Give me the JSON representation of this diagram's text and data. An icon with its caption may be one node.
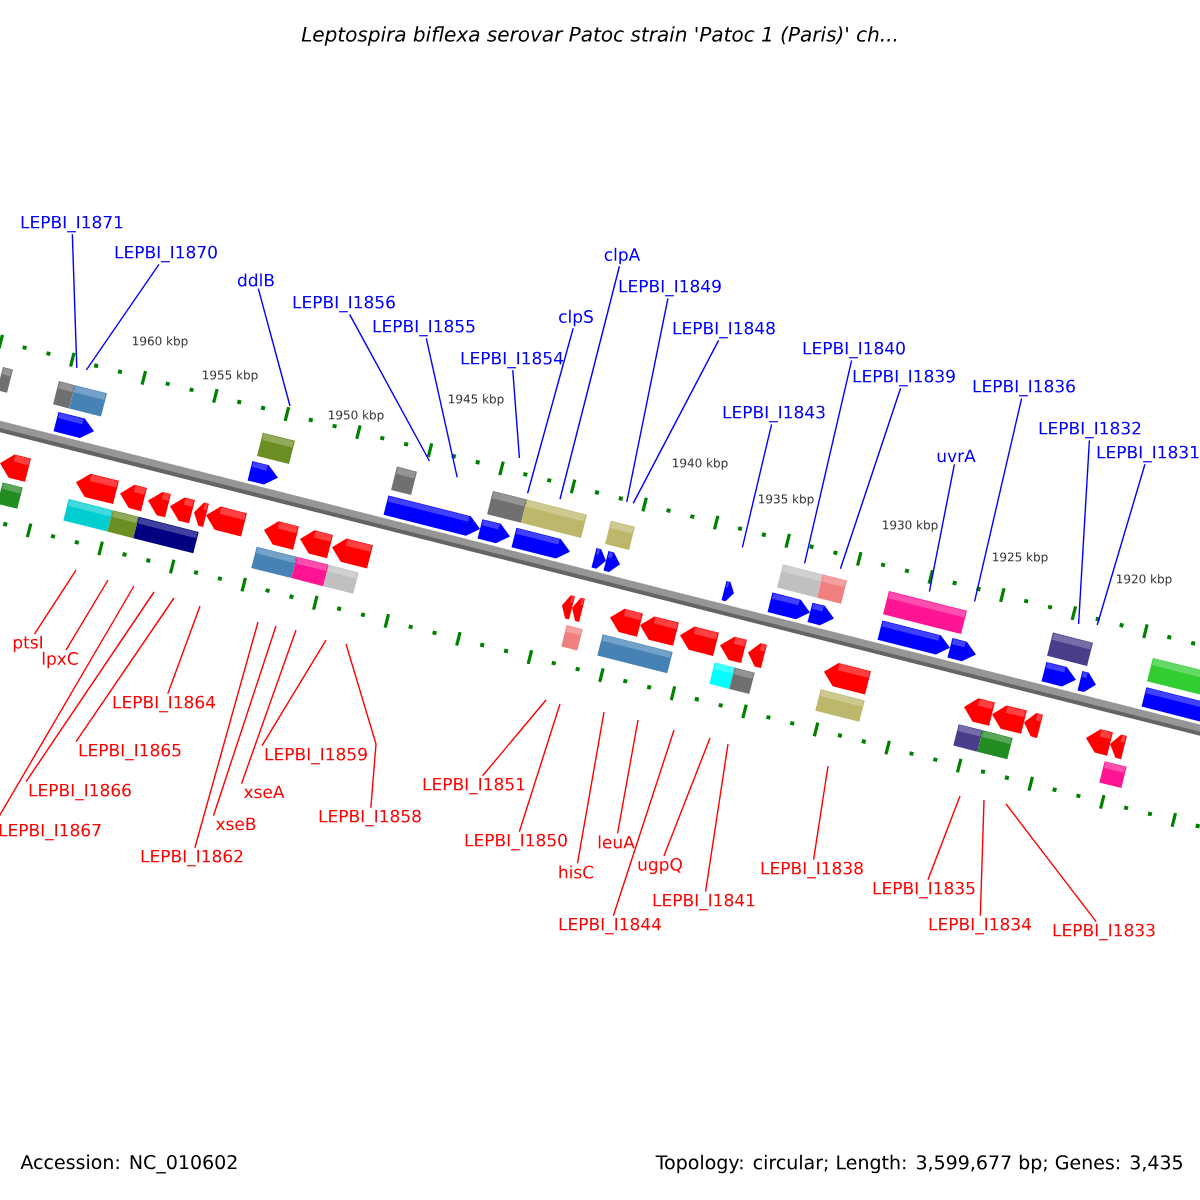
{
  "diagram": {
    "title": "Leptospira biflexa serovar Patoc strain 'Patoc 1 (Paris)' ch...",
    "nodes": [
      {
        "text": [
          "LEPBI_I1871"
        ]
      },
      {
        "text": [
          "LEPBI_I1870"
        ]
      },
      {
        "text": [
          "ddlB"
        ]
      },
      {
        "text": [
          "LEPBI_I1856"
        ]
      },
      {
        "text": [
          "LEPBI_I1855"
        ]
      },
      {
        "text": [
          "clpS"
        ]
      },
      {
        "text": [
          "LEPBI_I1854"
        ]
      },
      {
        "text": [
          "clpA"
        ]
      },
      {
        "text": [
          "LEPBI_I1849"
        ]
      },
      {
        "text": [
          "LEPBI_I1848"
        ]
      },
      {
        "text": [
          "LEPBI_I1843"
        ]
      },
      {
        "text": [
          "LEPBI_I1840"
        ]
      },
      {
        "text": [
          "LEPBI_I1839"
        ]
      },
      {
        "text": [
          "uvrA"
        ]
      },
      {
        "text": [
          "LEPBI_I1836"
        ]
      },
      {
        "text": [
          "LEPBI_I1832"
        ]
      },
      {
        "text": [
          "LEPBI_I1831"
        ]
      },
      {
        "text": [
          "ptsI"
        ]
      },
      {
        "text": [
          "lpxC"
        ]
      },
      {
        "text": [
          "LEPBI_I1864"
        ]
      },
      {
        "text": [
          "LEPBI_I1865"
        ]
      },
      {
        "text": [
          "LEPBI_I1866"
        ]
      },
      {
        "text": [
          "LEPBI_I1867"
        ]
      },
      {
        "text": [
          "LEPBI_I1862"
        ]
      },
      {
        "text": [
          "xseB"
        ]
      },
      {
        "text": [
          "xseA"
        ]
      },
      {
        "text": [
          "LEPBI_I1859"
        ]
      },
      {
        "text": [
          "LEPBI_I1858"
        ]
      },
      {
        "text": [
          "LEPBI_I1851"
        ]
      },
      {
        "text": [
          "LEPBI_I1850"
        ]
      },
      {
        "text": [
          "hisC"
        ]
      },
      {
        "text": [
          "leuA"
        ]
      },
      {
        "text": [
          "LEPBI_I1844"
        ]
      },
      {
        "text": [
          "ugpQ"
        ]
      },
      {
        "text": [
          "LEPBI_I1841"
        ]
      },
      {
        "text": [
          "LEPBI_I1838"
        ]
      },
      {
        "text": [
          "LEPBI_I1835"
        ]
      },
      {
        "text": [
          "LEPBI_I1834"
        ]
      },
      {
        "text": [
          "LEPBI_I1833"
        ]
      }
    ],
    "edges": [
      {
        "from": 0,
        "to": null,
        "arrow": "none",
        "color": "#0000ff"
      },
      {
        "from": 1,
        "to": null,
        "arrow": "none",
        "color": "#0000ff"
      },
      {
        "from": 2,
        "to": null,
        "arrow": "none",
        "color": "#0000ff"
      },
      {
        "from": 3,
        "to": null,
        "arrow": "none",
        "color": "#0000ff"
      },
      {
        "from": 4,
        "to": null,
        "arrow": "none",
        "color": "#0000ff"
      },
      {
        "from": 5,
        "to": null,
        "arrow": "none",
        "color": "#0000ff"
      },
      {
        "from": 6,
        "to": null,
        "arrow": "none",
        "color": "#0000ff"
      },
      {
        "from": 7,
        "to": null,
        "arrow": "none",
        "color": "#0000ff"
      },
      {
        "from": 8,
        "to": null,
        "arrow": "none",
        "color": "#0000ff"
      },
      {
        "from": 9,
        "to": null,
        "arrow": "none",
        "color": "#0000ff"
      },
      {
        "from": 10,
        "to": null,
        "arrow": "none",
        "color": "#0000ff"
      },
      {
        "from": 11,
        "to": null,
        "arrow": "none",
        "color": "#0000ff"
      },
      {
        "from": 12,
        "to": null,
        "arrow": "none",
        "color": "#0000ff"
      },
      {
        "from": 13,
        "to": null,
        "arrow": "none",
        "color": "#0000ff"
      },
      {
        "from": 14,
        "to": null,
        "arrow": "none",
        "color": "#0000ff"
      },
      {
        "from": 15,
        "to": null,
        "arrow": "none",
        "color": "#0000ff"
      },
      {
        "from": 16,
        "to": null,
        "arrow": "none",
        "color": "#0000ff"
      },
      {
        "from": 17,
        "to": null,
        "arrow": "none"
      },
      {
        "from": 18,
        "to": null,
        "arrow": "none"
      },
      {
        "from": 19,
        "to": null,
        "arrow": "none"
      },
      {
        "from": 20,
        "to": null,
        "arrow": "none"
      },
      {
        "from": 21,
        "to": null,
        "arrow": "none"
      },
      {
        "from": 22,
        "to": null,
        "arrow": "none"
      },
      {
        "from": 23,
        "to": null,
        "arrow": "none"
      },
      {
        "from": 24,
        "to": null,
        "arrow": "none"
      },
      {
        "from": 25,
        "to": null,
        "arrow": "none"
      },
      {
        "from": 26,
        "to": null,
        "arrow": "none"
      },
      {
        "from": 27,
        "to": null,
        "arrow": "none"
      },
      {
        "from": 28,
        "to": null,
        "arrow": "none"
      },
      {
        "from": 29,
        "to": null,
        "arrow": "none"
      },
      {
        "from": 30,
        "to": null,
        "arrow": "none"
      },
      {
        "from": 31,
        "to": null,
        "arrow": "none"
      },
      {
        "from": 32,
        "to": null,
        "arrow": "none"
      },
      {
        "from": 33,
        "to": null,
        "arrow": "none"
      },
      {
        "from": 34,
        "to": null,
        "arrow": "none"
      },
      {
        "from": 35,
        "to": null,
        "arrow": "none"
      },
      {
        "from": 36,
        "to": null,
        "arrow": "none"
      },
      {
        "from": 37,
        "to": null,
        "arrow": "none"
      },
      {
        "from": 38,
        "to": null,
        "arrow": "none"
      }
    ],
    "labels": [
      "1960 kbp",
      "1955 kbp",
      "1950 kbp",
      "1945 kbp",
      "1940 kbp",
      "1935 kbp",
      "1930 kbp",
      "1925 kbp",
      "1920 kbp",
      "Accession: NC_010602",
      "Topology: circular; Length: 3,599,677 bp; Genes: 3,435"
    ]
  }
}
